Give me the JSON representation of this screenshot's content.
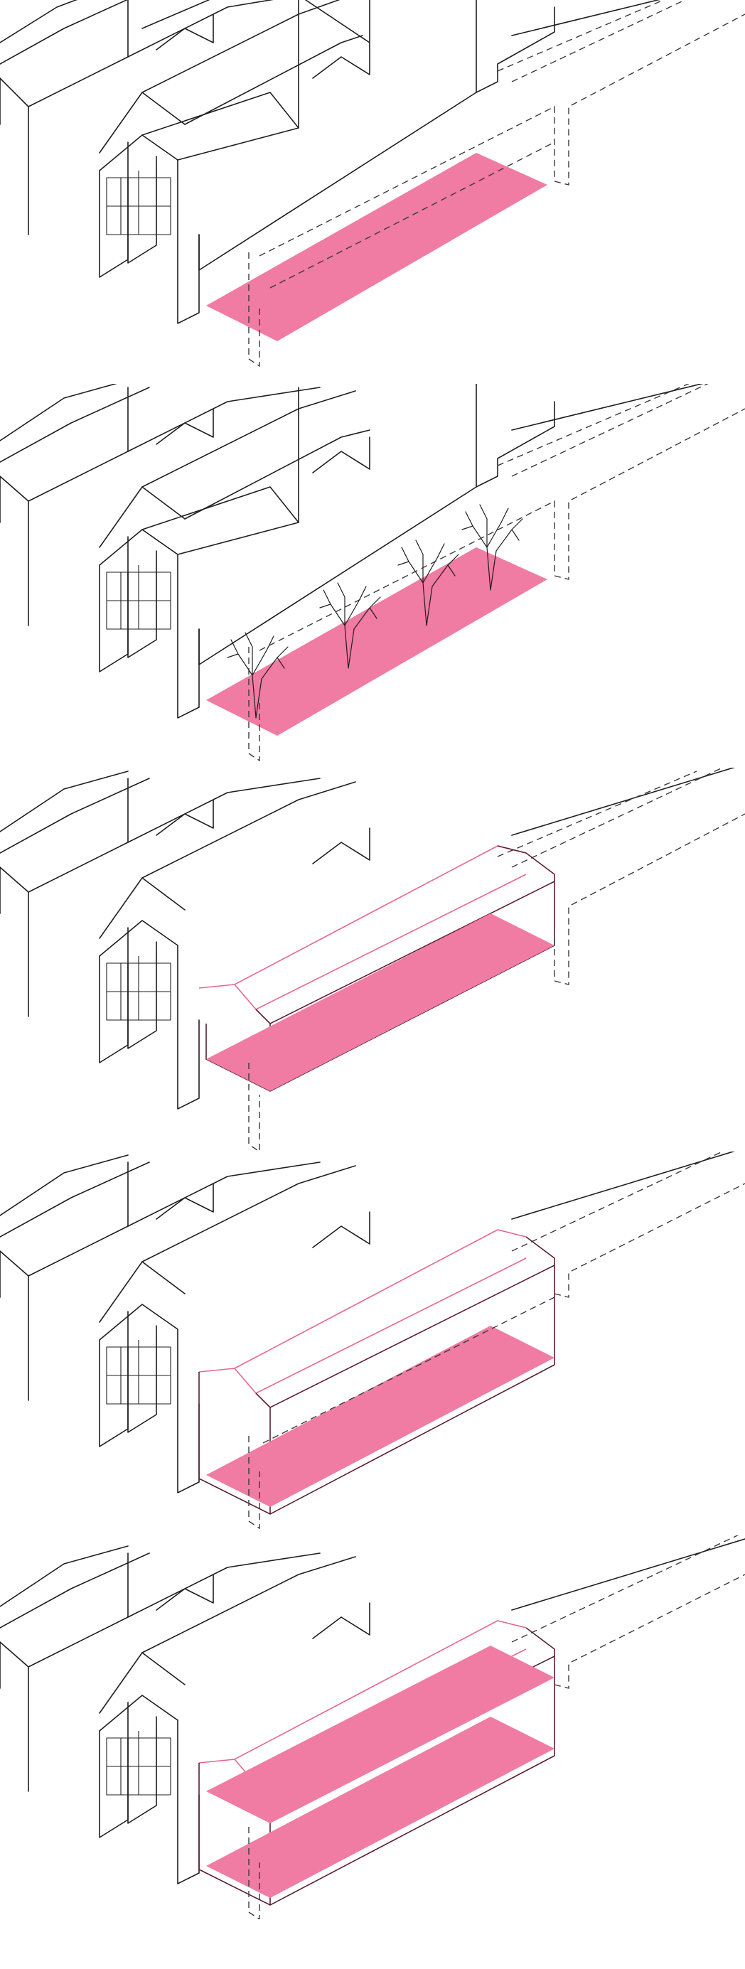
{
  "figure": {
    "type": "isometric-architectural-sequence",
    "panel_count": 5,
    "colors": {
      "line": "#1e1e1e",
      "slab_fill": "#f07ba3",
      "volume_outline": "#e8648f",
      "volume_edge": "#5a1f33",
      "background": "#ffffff"
    },
    "panels": [
      {
        "id": "stage-1",
        "elements": [
          "existing-sheds",
          "open-bay-frame",
          "ground-slab",
          "dashed-outline"
        ]
      },
      {
        "id": "stage-2",
        "elements": [
          "existing-sheds",
          "open-bay-frame",
          "ground-slab",
          "trees",
          "dashed-outline"
        ]
      },
      {
        "id": "stage-3",
        "elements": [
          "existing-sheds",
          "gabled-volume",
          "raised-slab",
          "dashed-outline"
        ]
      },
      {
        "id": "stage-4",
        "elements": [
          "existing-sheds",
          "gabled-volume",
          "ground-slab",
          "dashed-outline"
        ]
      },
      {
        "id": "stage-5",
        "elements": [
          "existing-sheds",
          "gabled-volume",
          "ground-slab",
          "upper-slab",
          "dashed-outline"
        ]
      }
    ]
  }
}
